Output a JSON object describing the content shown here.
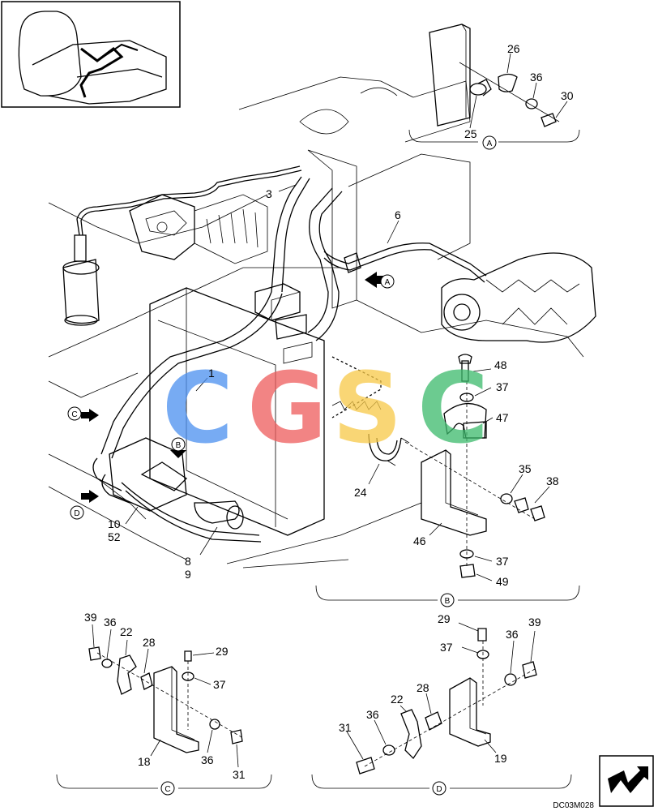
{
  "callouts": {
    "top": [
      "26",
      "36",
      "30",
      "25"
    ],
    "main": [
      "3",
      "6",
      "1",
      "10",
      "52",
      "8",
      "9"
    ],
    "detail_b": [
      "48",
      "37",
      "47",
      "35",
      "38",
      "24",
      "46",
      "37",
      "49"
    ],
    "detail_c": [
      "39",
      "36",
      "22",
      "28",
      "29",
      "37",
      "18",
      "36",
      "31"
    ],
    "detail_d": [
      "29",
      "37",
      "36",
      "39",
      "28",
      "22",
      "31",
      "36",
      "19"
    ]
  },
  "view_markers": {
    "a": "A",
    "b": "B",
    "c": "C",
    "d": "D"
  },
  "watermark": {
    "letters": [
      "C",
      "G",
      "S",
      "C"
    ],
    "colors": [
      "#4a8ff0",
      "#ee5b5b",
      "#f7c948",
      "#3cba6c"
    ]
  },
  "drawing_code": "DC03M028",
  "icons": {
    "inset": "operator-seat-thumbnail",
    "corner": "orientation-arrow-icon"
  }
}
